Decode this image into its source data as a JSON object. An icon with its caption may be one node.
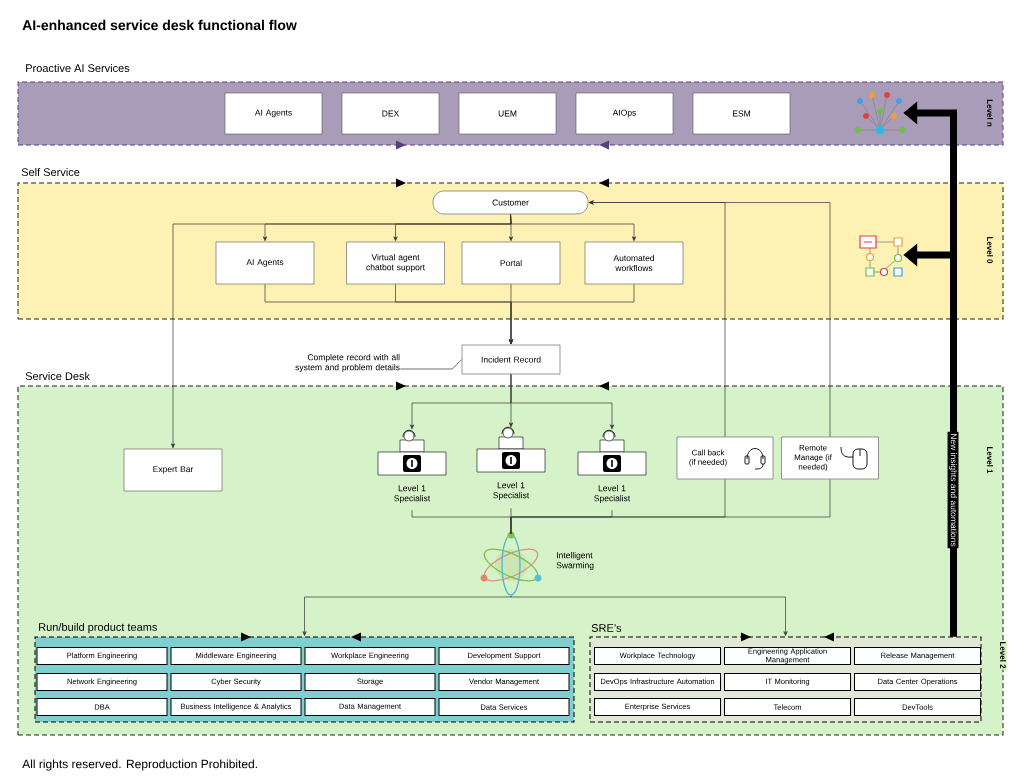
{
  "diagram": {
    "title": "AI-enhanced service desk functional flow",
    "nodes": [
      {
        "text": [
          "Proactive AI Services",
          "Level n"
        ]
      },
      {
        "text": [
          "AI Agents"
        ],
        "in": 0
      },
      {
        "text": [
          "DEX"
        ],
        "in": 0
      },
      {
        "text": [
          "UEM"
        ],
        "in": 0
      },
      {
        "text": [
          "AIOps"
        ],
        "in": 0
      },
      {
        "text": [
          "ESM"
        ],
        "in": 0
      },
      {
        "text": [],
        "shape": "picture",
        "in": 0
      },
      {
        "text": [
          "Self Service",
          "Level 0"
        ]
      },
      {
        "text": [
          "Customer"
        ],
        "in": 7
      },
      {
        "text": [
          "AI Agents"
        ],
        "in": 7
      },
      {
        "text": [
          "Virtual agent chatbot support"
        ],
        "in": 7
      },
      {
        "text": [
          "Portal"
        ],
        "in": 7
      },
      {
        "text": [
          "Automated workflows"
        ],
        "in": 7
      },
      {
        "text": [],
        "shape": "picture",
        "in": 7
      },
      {
        "text": [
          "Complete record with all system and problem details"
        ]
      },
      {
        "text": [
          "Incident Record"
        ]
      },
      {
        "text": [
          "Service Desk",
          "Level 1"
        ]
      },
      {
        "text": [
          "Expert Bar"
        ],
        "in": 16
      },
      {
        "text": [
          "Level 1 Specialist"
        ],
        "in": 16
      },
      {
        "text": [
          "Level 1 Specialist"
        ],
        "in": 16
      },
      {
        "text": [
          "Level 1 Specialist"
        ],
        "in": 16
      },
      {
        "text": [
          "Call back (if needed)"
        ],
        "in": 16
      },
      {
        "text": [
          "Remote Manage (if needed)"
        ],
        "in": 16
      },
      {
        "text": [],
        "shape": "picture",
        "in": 16,
        "beside": [
          "Intelligent Swarming"
        ]
      },
      {
        "text": [
          "Run/build product teams"
        ],
        "in": 16
      },
      {
        "text": [
          "Platform Engineering"
        ],
        "in": 24
      },
      {
        "text": [
          "Middleware Engineering"
        ],
        "in": 24
      },
      {
        "text": [
          "Workplace Engineering"
        ],
        "in": 24
      },
      {
        "text": [
          "Development Support"
        ],
        "in": 24
      },
      {
        "text": [
          "Network Engineering"
        ],
        "in": 24
      },
      {
        "text": [
          "Cyber Security"
        ],
        "in": 24
      },
      {
        "text": [
          "Storage"
        ],
        "in": 24
      },
      {
        "text": [
          "Vendor Management"
        ],
        "in": 24
      },
      {
        "text": [
          "DBA"
        ],
        "in": 24
      },
      {
        "text": [
          "Business Intelligence & Analytics"
        ],
        "in": 24
      },
      {
        "text": [
          "Data Management"
        ],
        "in": 24
      },
      {
        "text": [
          "Data Services"
        ],
        "in": 24
      },
      {
        "text": [
          "SRE’s"
        ],
        "in": 16
      },
      {
        "text": [
          "Workplace Technology"
        ],
        "in": 37
      },
      {
        "text": [
          "Engineering Application Management"
        ],
        "in": 37
      },
      {
        "text": [
          "Release Management"
        ],
        "in": 37
      },
      {
        "text": [
          "DevOps Infrastructure Automation"
        ],
        "in": 37
      },
      {
        "text": [
          "IT Monitoring"
        ],
        "in": 37
      },
      {
        "text": [
          "Data Center Operations"
        ],
        "in": 37
      },
      {
        "text": [
          "Enterprise Services"
        ],
        "in": 37
      },
      {
        "text": [
          "Telecom"
        ],
        "in": 37
      },
      {
        "text": [
          "DevTools"
        ],
        "in": 37
      }
    ],
    "edges": [
      {
        "from": 8,
        "to": 9,
        "arrow": "to"
      },
      {
        "from": 8,
        "to": 10,
        "arrow": "to"
      },
      {
        "from": 8,
        "to": 11,
        "arrow": "to"
      },
      {
        "from": 8,
        "to": 12,
        "arrow": "to"
      },
      {
        "from": 8,
        "to": 17,
        "arrow": "to"
      },
      {
        "from": 9,
        "to": 15,
        "arrow": "to"
      },
      {
        "from": 10,
        "to": 15,
        "arrow": "to"
      },
      {
        "from": 11,
        "to": 15,
        "arrow": "to"
      },
      {
        "from": 12,
        "to": 15,
        "arrow": "to"
      },
      {
        "from": 14,
        "to": 15,
        "arrow": "none"
      },
      {
        "from": 15,
        "to": 18,
        "arrow": "to"
      },
      {
        "from": 15,
        "to": 19,
        "arrow": "to"
      },
      {
        "from": 15,
        "to": 20,
        "arrow": "to"
      },
      {
        "from": 21,
        "to": 8,
        "arrow": "to"
      },
      {
        "from": 22,
        "to": 8,
        "arrow": "to"
      },
      {
        "from": 18,
        "to": 23,
        "arrow": "none"
      },
      {
        "from": 19,
        "to": 23,
        "arrow": "none"
      },
      {
        "from": 20,
        "to": 23,
        "arrow": "none"
      },
      {
        "from": 21,
        "to": 23,
        "arrow": "none"
      },
      {
        "from": 22,
        "to": 23,
        "arrow": "none"
      },
      {
        "from": 23,
        "to": 24,
        "arrow": "to"
      },
      {
        "from": 23,
        "to": 37,
        "arrow": "to"
      },
      {
        "from": 37,
        "to": 6,
        "arrow": "to",
        "style": "thick",
        "label": "New insights and automations"
      },
      {
        "from": 37,
        "to": 13,
        "arrow": "to",
        "style": "thick"
      }
    ],
    "labels": [
      "Level 2",
      "All rights reserved. Reproduction Prohibited."
    ]
  }
}
